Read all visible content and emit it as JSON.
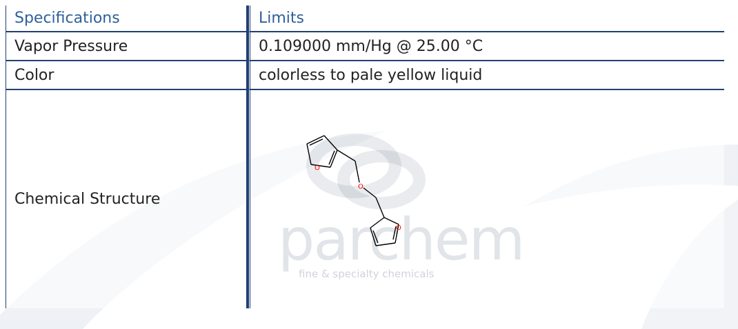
{
  "table": {
    "header": {
      "col1": "Specifications",
      "col2": "Limits"
    },
    "rows": [
      {
        "label": "Vapor Pressure",
        "value": "0.109000 mm/Hg @ 25.00 °C"
      },
      {
        "label": "Color",
        "value": "colorless to pale yellow liquid"
      },
      {
        "label": "Chemical Structure",
        "value": ""
      }
    ]
  },
  "watermark": {
    "brand": "parchem",
    "tagline": "fine & specialty chemicals"
  },
  "structure": {
    "atom_label": "O"
  },
  "colors": {
    "border": "#1f3f73",
    "header_text": "#2f5f9a",
    "oxygen": "#ff0000"
  }
}
